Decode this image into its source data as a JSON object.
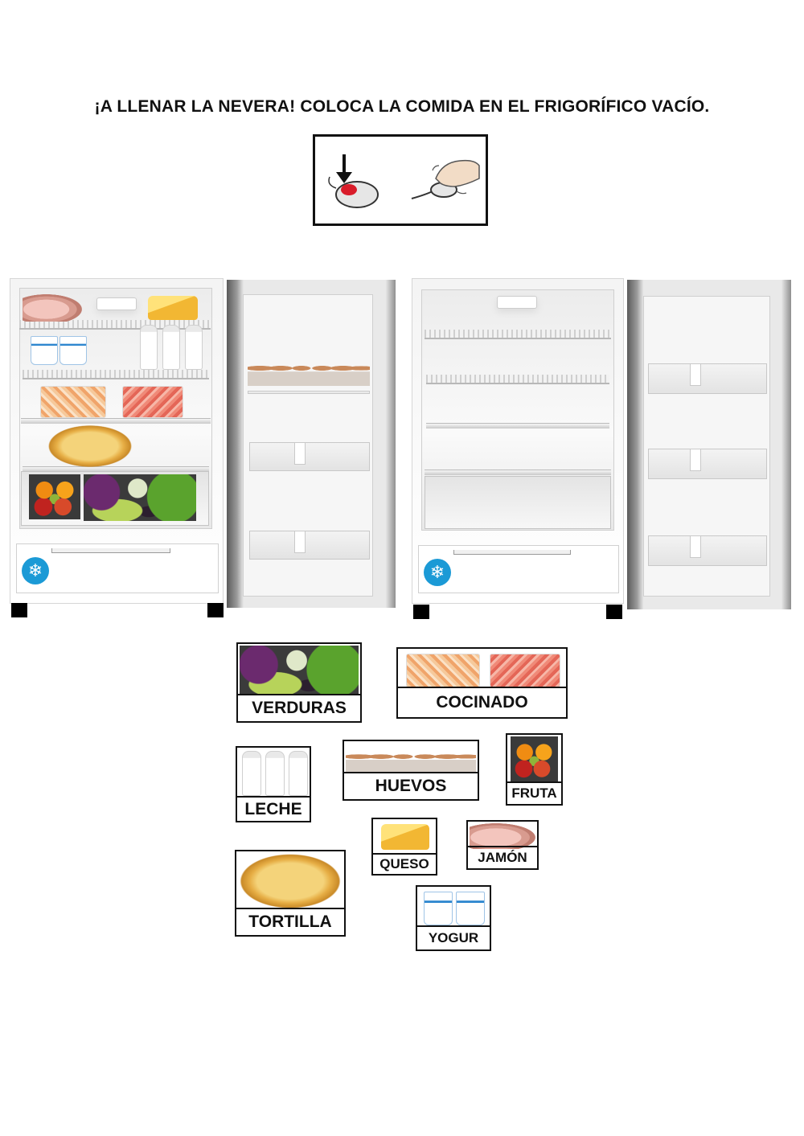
{
  "title": "¡A LLENAR LA NEVERA! COLOCA LA COMIDA EN EL FRIGORÍFICO VACÍO.",
  "instructions": {
    "icons": [
      "mouse-click-icon",
      "hand-drag-icon"
    ]
  },
  "fridges": {
    "filled": {
      "icons": [
        "snowflake-icon"
      ]
    },
    "empty": {
      "icons": [
        "snowflake-icon"
      ]
    }
  },
  "cards": {
    "verduras": "VERDURAS",
    "cocinado": "COCINADO",
    "leche": "LECHE",
    "huevos": "HUEVOS",
    "fruta": "FRUTA",
    "queso": "QUESO",
    "jamon": "JAMÓN",
    "tortilla": "TORTILLA",
    "yogur": "YOGUR"
  },
  "colors": {
    "card_border": "#111111",
    "snowflake_badge": "#1b9ad6",
    "mouse_button": "#d91c2a"
  }
}
